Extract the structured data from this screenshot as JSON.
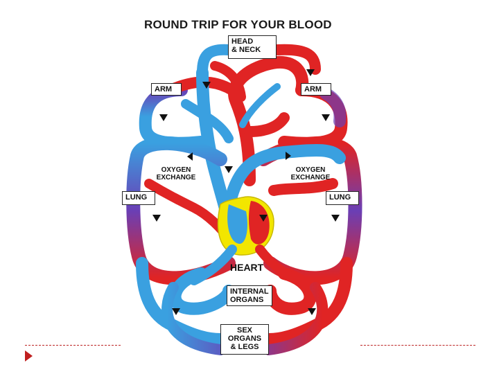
{
  "title": "ROUND TRIP FOR YOUR BLOOD",
  "labels": {
    "head_neck": "HEAD\n& NECK",
    "arm_left": "ARM",
    "arm_right": "ARM",
    "oxygen_left": "OXYGEN\nEXCHANGE",
    "oxygen_right": "OXYGEN\nEXCHANGE",
    "lung_left": "LUNG",
    "lung_right": "LUNG",
    "heart": "HEART",
    "internal_organs": "INTERNAL\nORGANS",
    "sex_organs_legs": "SEX\nORGANS\n& LEGS"
  },
  "colors": {
    "oxygenated": "#e02424",
    "deoxygenated": "#3aa0e0",
    "transition": "#6a3fb5",
    "heart_wall": "#f2e600",
    "footer_accent": "#c02020"
  },
  "icons": {
    "footer": "triangle-bullet-icon"
  }
}
